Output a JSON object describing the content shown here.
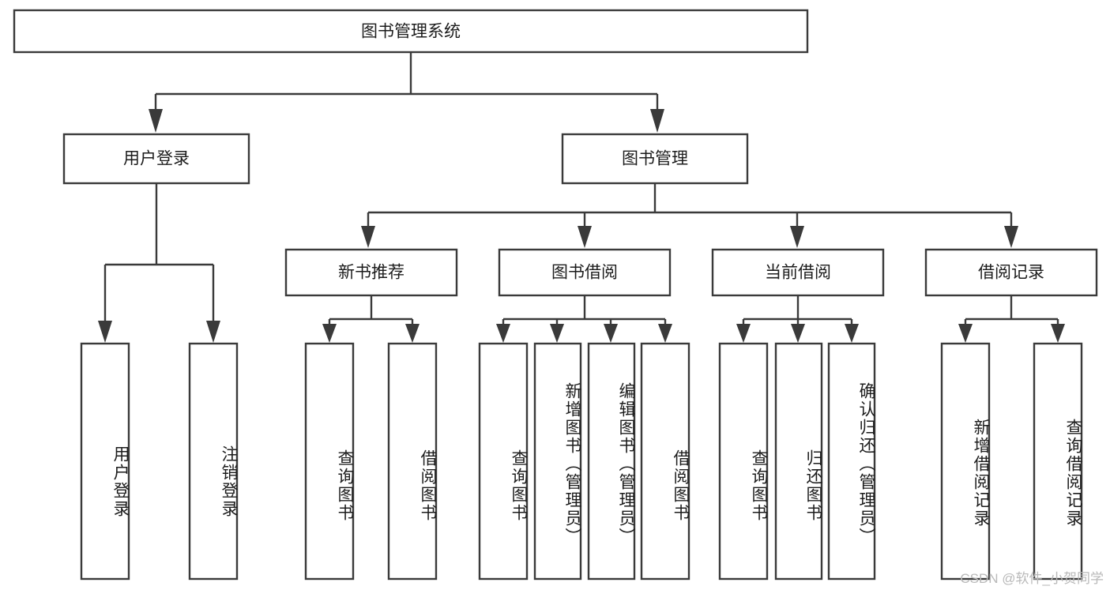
{
  "diagram": {
    "type": "tree-hierarchy",
    "title": "图书管理系统",
    "watermark": "CSDN @软件_小贺同学",
    "colors": {
      "background": "#ffffff",
      "stroke": "#3a3a3a",
      "text": "#1c1c1c",
      "watermark": "#b9b9b9"
    },
    "levels": {
      "root": {
        "label": "图书管理系统"
      },
      "level2": [
        {
          "label": "用户登录"
        },
        {
          "label": "图书管理"
        }
      ],
      "level3": [
        {
          "label": "新书推荐"
        },
        {
          "label": "图书借阅"
        },
        {
          "label": "当前借阅"
        },
        {
          "label": "借阅记录"
        }
      ]
    },
    "nodes": {
      "root": "图书管理系统",
      "user_login": "用户登录",
      "book_manage": "图书管理",
      "new_book_rec": "新书推荐",
      "book_borrow": "图书借阅",
      "current_borrow": "当前借阅",
      "borrow_record": "借阅记录"
    },
    "leaves": {
      "user_login": [
        "用户登录",
        "注销登录"
      ],
      "new_book_rec": [
        "查询图书",
        "借阅图书"
      ],
      "book_borrow": [
        "查询图书",
        "新增图书（管理员）",
        "编辑图书（管理员）",
        "借阅图书"
      ],
      "current_borrow": [
        "查询图书",
        "归还图书",
        "确认归还（管理员）"
      ],
      "borrow_record": [
        "新增借阅记录",
        "查询借阅记录"
      ]
    }
  }
}
